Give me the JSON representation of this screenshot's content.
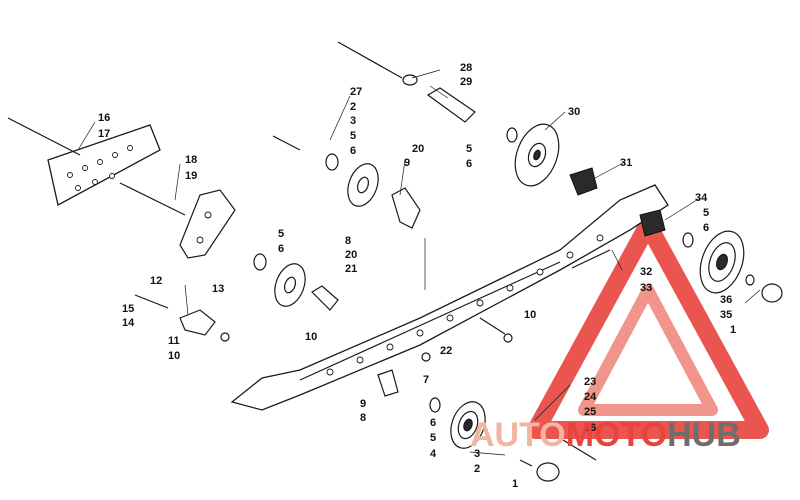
{
  "diagram": {
    "callouts": [
      {
        "id": "c16",
        "label": "16"
      },
      {
        "id": "c17",
        "label": "17"
      },
      {
        "id": "c18",
        "label": "18"
      },
      {
        "id": "c19",
        "label": "19"
      },
      {
        "id": "c27",
        "label": "27"
      },
      {
        "id": "c2a",
        "label": "2"
      },
      {
        "id": "c3a",
        "label": "3"
      },
      {
        "id": "c5a",
        "label": "5"
      },
      {
        "id": "c6a",
        "label": "6"
      },
      {
        "id": "c28",
        "label": "28"
      },
      {
        "id": "c29",
        "label": "29"
      },
      {
        "id": "c30",
        "label": "30"
      },
      {
        "id": "c5b",
        "label": "5"
      },
      {
        "id": "c6b",
        "label": "6"
      },
      {
        "id": "c20a",
        "label": "20"
      },
      {
        "id": "c9a",
        "label": "9"
      },
      {
        "id": "c31",
        "label": "31"
      },
      {
        "id": "c34",
        "label": "34"
      },
      {
        "id": "c5c",
        "label": "5"
      },
      {
        "id": "c6c",
        "label": "6"
      },
      {
        "id": "c8a",
        "label": "8"
      },
      {
        "id": "c20b",
        "label": "20"
      },
      {
        "id": "c21",
        "label": "21"
      },
      {
        "id": "c5d",
        "label": "5"
      },
      {
        "id": "c6d",
        "label": "6"
      },
      {
        "id": "c12",
        "label": "12"
      },
      {
        "id": "c13",
        "label": "13"
      },
      {
        "id": "c15",
        "label": "15"
      },
      {
        "id": "c14",
        "label": "14"
      },
      {
        "id": "c11",
        "label": "11"
      },
      {
        "id": "c10a",
        "label": "10"
      },
      {
        "id": "c32",
        "label": "32"
      },
      {
        "id": "c33",
        "label": "33"
      },
      {
        "id": "c36",
        "label": "36"
      },
      {
        "id": "c35",
        "label": "35"
      },
      {
        "id": "c1a",
        "label": "1"
      },
      {
        "id": "c10b",
        "label": "10"
      },
      {
        "id": "c10c",
        "label": "10"
      },
      {
        "id": "c22",
        "label": "22"
      },
      {
        "id": "c7",
        "label": "7"
      },
      {
        "id": "c9b",
        "label": "9"
      },
      {
        "id": "c8b",
        "label": "8"
      },
      {
        "id": "c6e",
        "label": "6"
      },
      {
        "id": "c5e",
        "label": "5"
      },
      {
        "id": "c4",
        "label": "4"
      },
      {
        "id": "c23",
        "label": "23"
      },
      {
        "id": "c24",
        "label": "24"
      },
      {
        "id": "c25",
        "label": "25"
      },
      {
        "id": "c26",
        "label": "26"
      },
      {
        "id": "c3b",
        "label": "3"
      },
      {
        "id": "c2b",
        "label": "2"
      },
      {
        "id": "c1b",
        "label": "1"
      }
    ]
  },
  "watermark": {
    "brand_part1": "AUTO",
    "brand_part2": "MOTO",
    "brand_part3": "HUB",
    "color_accent": "#e8433c",
    "color_mid": "#f2b6a0",
    "color_dark": "#6e6e6e"
  }
}
